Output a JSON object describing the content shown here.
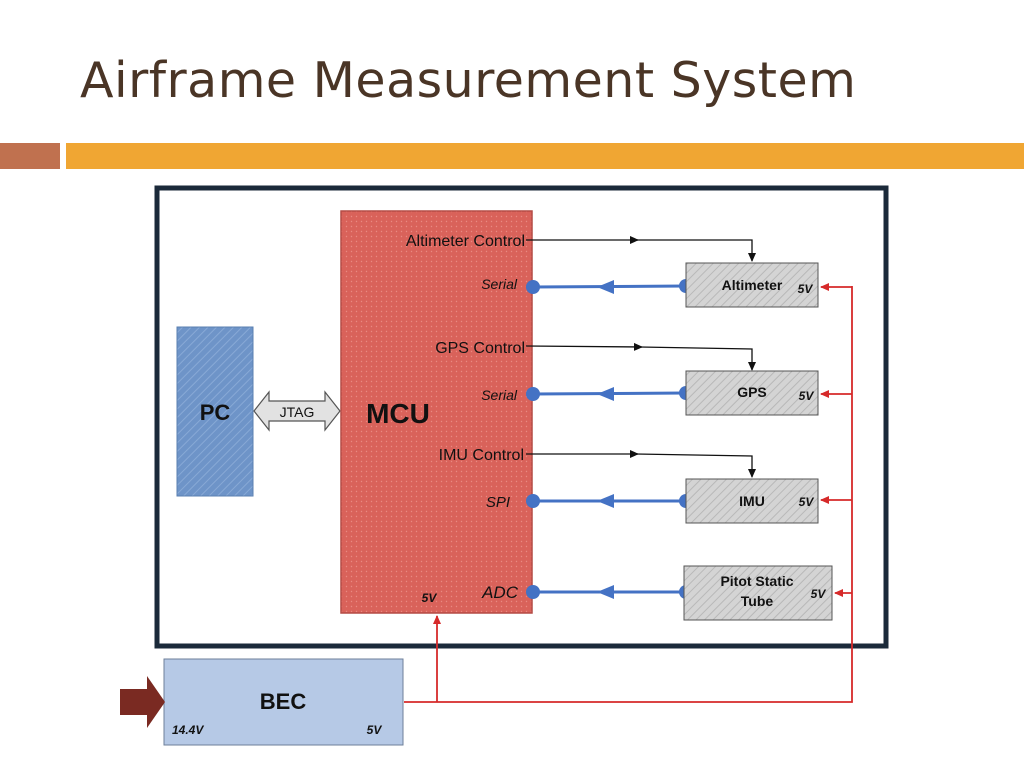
{
  "slide": {
    "title": "Airframe Measurement System",
    "colors": {
      "title": "#4a3526",
      "accent_bar": "#f0a633",
      "accent_square": "#c0714f",
      "mcu": "#d9625a",
      "pc": "#6e94c8",
      "bec": "#b6c9e6",
      "sensor": "#d4d4d4",
      "power_line": "#d62a2a",
      "signal_line": "#4472c4",
      "frame": "#1b2a3a"
    }
  },
  "diagram": {
    "pc_label": "PC",
    "jtag_label": "JTAG",
    "mcu_label": "MCU",
    "mcu_voltage": "5V",
    "ports": {
      "altimeter_control": "Altimeter Control",
      "altimeter_serial": "Serial",
      "gps_control": "GPS Control",
      "gps_serial": "Serial",
      "imu_control": "IMU Control",
      "imu_spi": "SPI",
      "adc": "ADC"
    },
    "sensors": {
      "altimeter": {
        "name": "Altimeter",
        "voltage": "5V"
      },
      "gps": {
        "name": "GPS",
        "voltage": "5V"
      },
      "imu": {
        "name": "IMU",
        "voltage": "5V"
      },
      "pitot": {
        "name_line1": "Pitot Static",
        "name_line2": "Tube",
        "voltage": "5V"
      }
    },
    "bec": {
      "name": "BEC",
      "input_voltage": "14.4V",
      "output_voltage": "5V"
    }
  }
}
